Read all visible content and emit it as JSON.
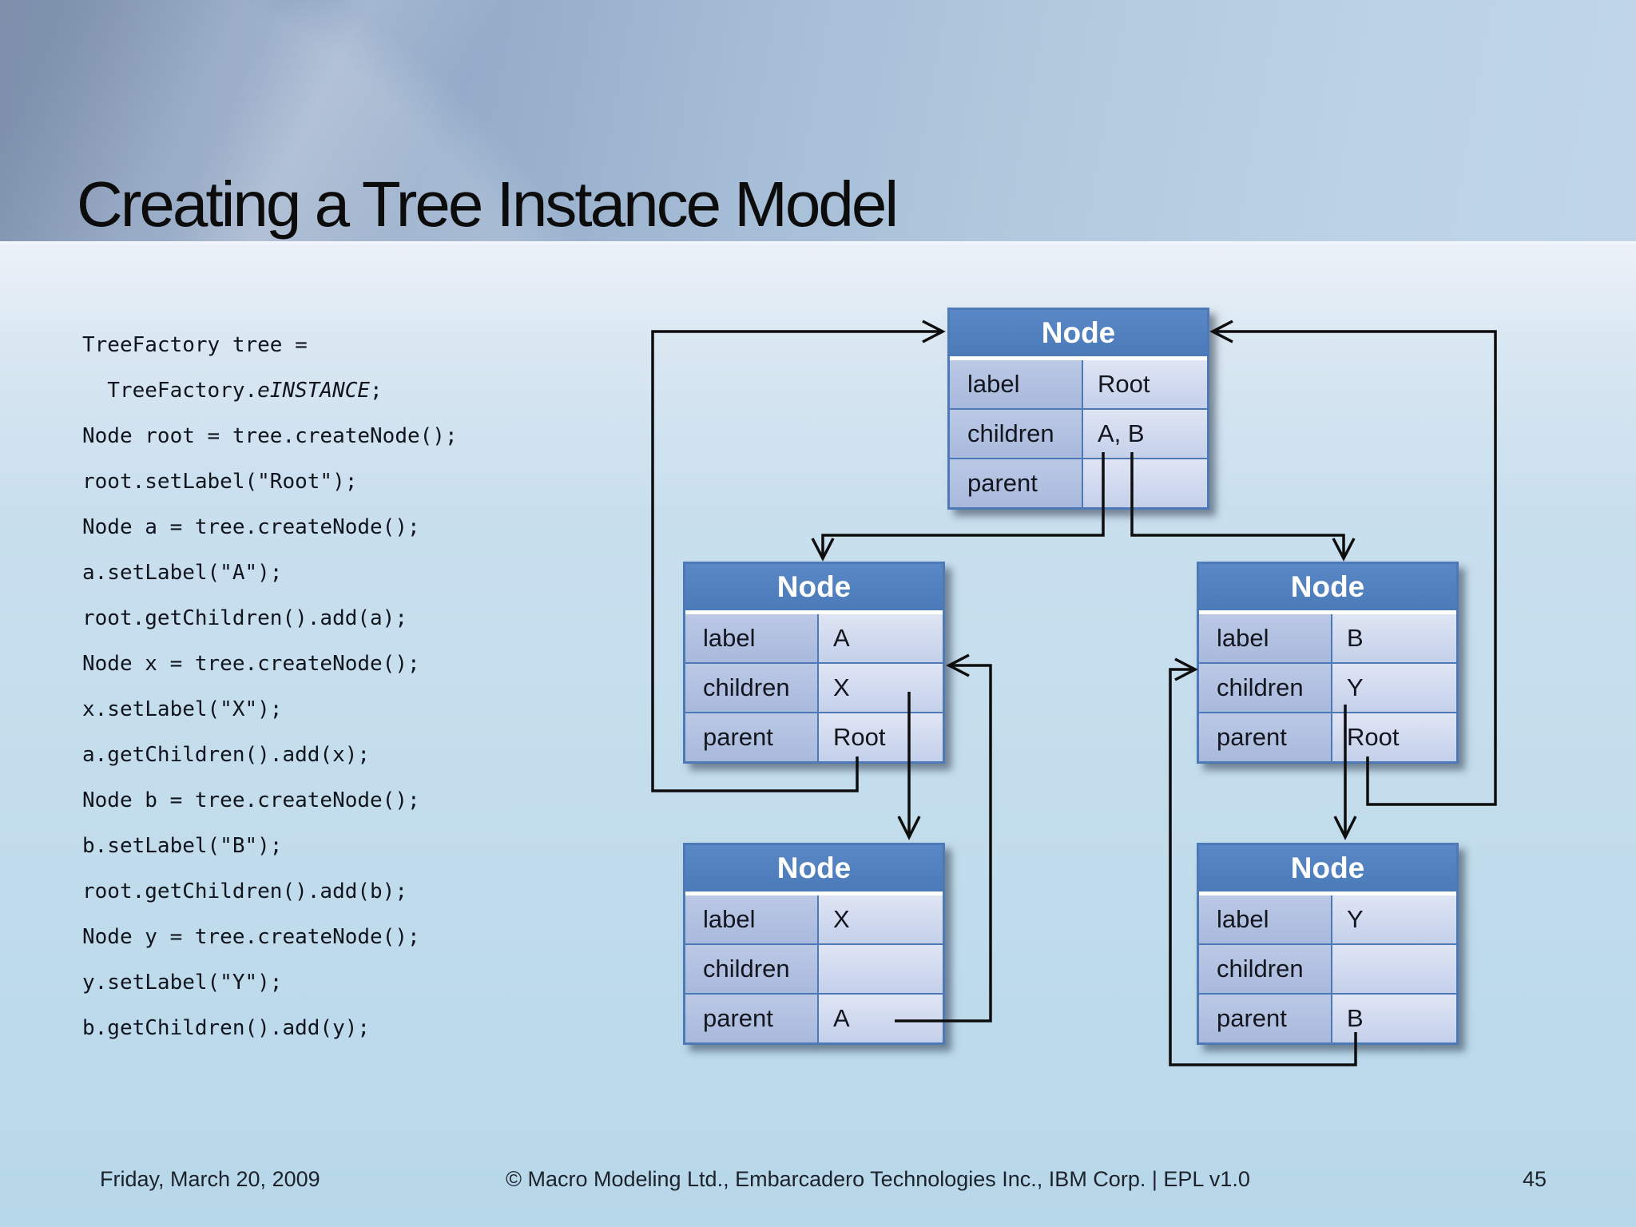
{
  "slide": {
    "title": "Creating a Tree Instance Model"
  },
  "code": {
    "lines": [
      {
        "pre": "TreeFactory tree =",
        "em": "",
        "post": ""
      },
      {
        "pre": "  TreeFactory.",
        "em": "eINSTANCE",
        "post": ";"
      },
      {
        "pre": "Node root = tree.createNode();",
        "em": "",
        "post": ""
      },
      {
        "pre": "root.setLabel(\"Root\");",
        "em": "",
        "post": ""
      },
      {
        "pre": "Node a = tree.createNode();",
        "em": "",
        "post": ""
      },
      {
        "pre": "a.setLabel(\"A\");",
        "em": "",
        "post": ""
      },
      {
        "pre": "root.getChildren().add(a);",
        "em": "",
        "post": ""
      },
      {
        "pre": "Node x = tree.createNode();",
        "em": "",
        "post": ""
      },
      {
        "pre": "x.setLabel(\"X\");",
        "em": "",
        "post": ""
      },
      {
        "pre": "a.getChildren().add(x);",
        "em": "",
        "post": ""
      },
      {
        "pre": "Node b = tree.createNode();",
        "em": "",
        "post": ""
      },
      {
        "pre": "b.setLabel(\"B\");",
        "em": "",
        "post": ""
      },
      {
        "pre": "root.getChildren().add(b);",
        "em": "",
        "post": ""
      },
      {
        "pre": "Node y = tree.createNode();",
        "em": "",
        "post": ""
      },
      {
        "pre": "y.setLabel(\"Y\");",
        "em": "",
        "post": ""
      },
      {
        "pre": "b.getChildren().add(y);",
        "em": "",
        "post": ""
      }
    ]
  },
  "diagram": {
    "field_names": [
      "label",
      "children",
      "parent"
    ],
    "nodes": [
      {
        "id": "root",
        "title": "Node",
        "rows": [
          {
            "field": "label",
            "value": "Root"
          },
          {
            "field": "children",
            "value": "A, B"
          },
          {
            "field": "parent",
            "value": ""
          }
        ]
      },
      {
        "id": "a",
        "title": "Node",
        "rows": [
          {
            "field": "label",
            "value": "A"
          },
          {
            "field": "children",
            "value": "X"
          },
          {
            "field": "parent",
            "value": "Root"
          }
        ]
      },
      {
        "id": "b",
        "title": "Node",
        "rows": [
          {
            "field": "label",
            "value": "B"
          },
          {
            "field": "children",
            "value": "Y"
          },
          {
            "field": "parent",
            "value": "Root"
          }
        ]
      },
      {
        "id": "x",
        "title": "Node",
        "rows": [
          {
            "field": "label",
            "value": "X"
          },
          {
            "field": "children",
            "value": ""
          },
          {
            "field": "parent",
            "value": "A"
          }
        ]
      },
      {
        "id": "y",
        "title": "Node",
        "rows": [
          {
            "field": "label",
            "value": "Y"
          },
          {
            "field": "children",
            "value": ""
          },
          {
            "field": "parent",
            "value": "B"
          }
        ]
      }
    ]
  },
  "footer": {
    "date": "Friday, March 20, 2009",
    "copyright": "© Macro Modeling Ltd., Embarcadero Technologies Inc., IBM Corp. | EPL v1.0",
    "page": "45"
  },
  "colors": {
    "header_blue": "#4e7ebc",
    "table_border": "#4d7ab6",
    "label_cell": "#afbfe0",
    "value_cell": "#d2dcf0",
    "connector": "#0d0d0d",
    "body_background": "#c3ddec",
    "band_left": "#7e93b4",
    "band_right": "#c0d6e8"
  }
}
